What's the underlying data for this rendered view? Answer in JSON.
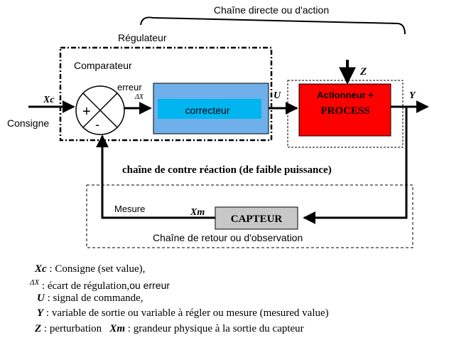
{
  "title": "Chaîne directe ou d'action",
  "regulateur_label": "Régulateur",
  "comparateur_label": "Comparateur",
  "erreur_label": "erreur",
  "delta_x_label": "ΔX",
  "xc_label": "Xc",
  "consigne_label": "Consigne",
  "plus_sign": "+",
  "minus_sign": "-",
  "correcteur_label": "correcteur",
  "u_label": "U",
  "z_label": "Z",
  "actionneur_label": "Actionneur +",
  "process_label": "PROCESS",
  "y_label": "Y",
  "reaction_label": "chaîne de contre réaction (de faible puissance)",
  "mesure_label": "Mesure",
  "xm_label": "Xm",
  "capteur_label": "CAPTEUR",
  "retour_label": "Chaîne de retour ou d'observation",
  "colors": {
    "correcteur_outer": "#6fb0ea",
    "correcteur_inner": "#00b5f0",
    "process_fill": "#ff0000",
    "capteur_fill": "#c8c8c8"
  },
  "legend": [
    {
      "symbol": "Xc",
      "text": " : Consigne (set value),"
    },
    {
      "symbol": "ΔX",
      "text": " : écart de régulation,",
      "extra": "ou erreur"
    },
    {
      "symbol": "U",
      "text": " : signal de  commande,"
    },
    {
      "symbol": "Y",
      "text": " : variable de sortie ou variable à régler ou mesure (mesured value)"
    },
    {
      "symbol": "Z",
      "text": " : perturbation ",
      "symbol2": "Xm",
      "text2": " : grandeur physique à la sortie du capteur"
    }
  ]
}
